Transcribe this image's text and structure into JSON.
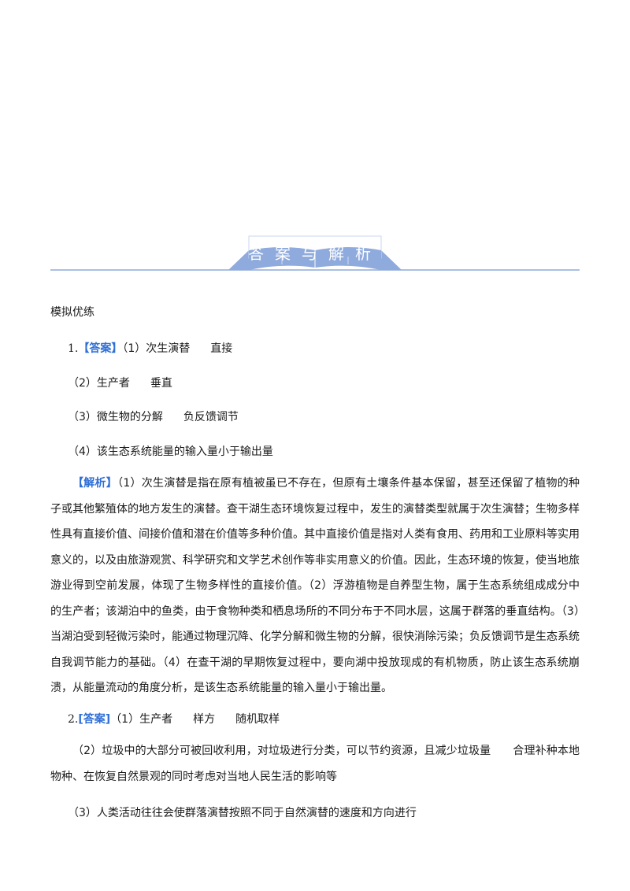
{
  "banner": {
    "title": "答案与解析"
  },
  "section_title": "模拟优练",
  "q1": {
    "number": "1.",
    "answer_tag": "【答案】",
    "ans1_no": "（1）",
    "ans1_a": "次生演替",
    "ans1_b": "直接",
    "ans2_no": "（2）",
    "ans2_a": "生产者",
    "ans2_b": "垂直",
    "ans3_no": "（3）",
    "ans3_a": "微生物的分解",
    "ans3_b": "负反馈调节",
    "ans4_no": "（4）",
    "ans4_a": "该生态系统能量的输入量小于输出量",
    "analysis_tag": "【解析】",
    "analysis_text": "（1）次生演替是指在原有植被虽已不存在，但原有土壤条件基本保留，甚至还保留了植物的种子或其他繁殖体的地方发生的演替。查干湖生态环境恢复过程中，发生的演替类型就属于次生演替；生物多样性具有直接价值、间接价值和潜在价值等多种价值。其中直接价值是指对人类有食用、药用和工业原料等实用意义的，以及由旅游观赏、科学研究和文学艺术创作等非实用意义的价值。因此，生态环境的恢复，使当地旅游业得到空前发展，体现了生物多样性的直接价值。（2）浮游植物是自养型生物，属于生态系统组成成分中的生产者；该湖泊中的鱼类，由于食物种类和栖息场所的不同分布于不同水层，这属于群落的垂直结构。（3）当湖泊受到轻微污染时，能通过物理沉降、化学分解和微生物的分解，很快消除污染；负反馈调节是生态系统自我调节能力的基础。（4）在查干湖的早期恢复过程中，要向湖中投放现成的有机物质，防止该生态系统崩溃，从能量流动的角度分析，是该生态系统能量的输入量小于输出量。"
  },
  "q2": {
    "number": "2.",
    "answer_tag": "[答案]",
    "ans1_no": "（1）",
    "ans1_a": "生产者",
    "ans1_b": "样方",
    "ans1_c": "随机取样",
    "ans2_text": "（2）垃圾中的大部分可被回收利用，对垃圾进行分类，可以节约资源，且减少垃圾量　　合理补种本地物种、在恢复自然景观的同时考虑对当地人民生活的影响等",
    "ans3_no": "（3）",
    "ans3_a": "人类活动往往会使群落演替按照不同于自然演替的速度和方向进行"
  },
  "colors": {
    "accent": "#2f6fd6",
    "banner": "#8faadc"
  }
}
